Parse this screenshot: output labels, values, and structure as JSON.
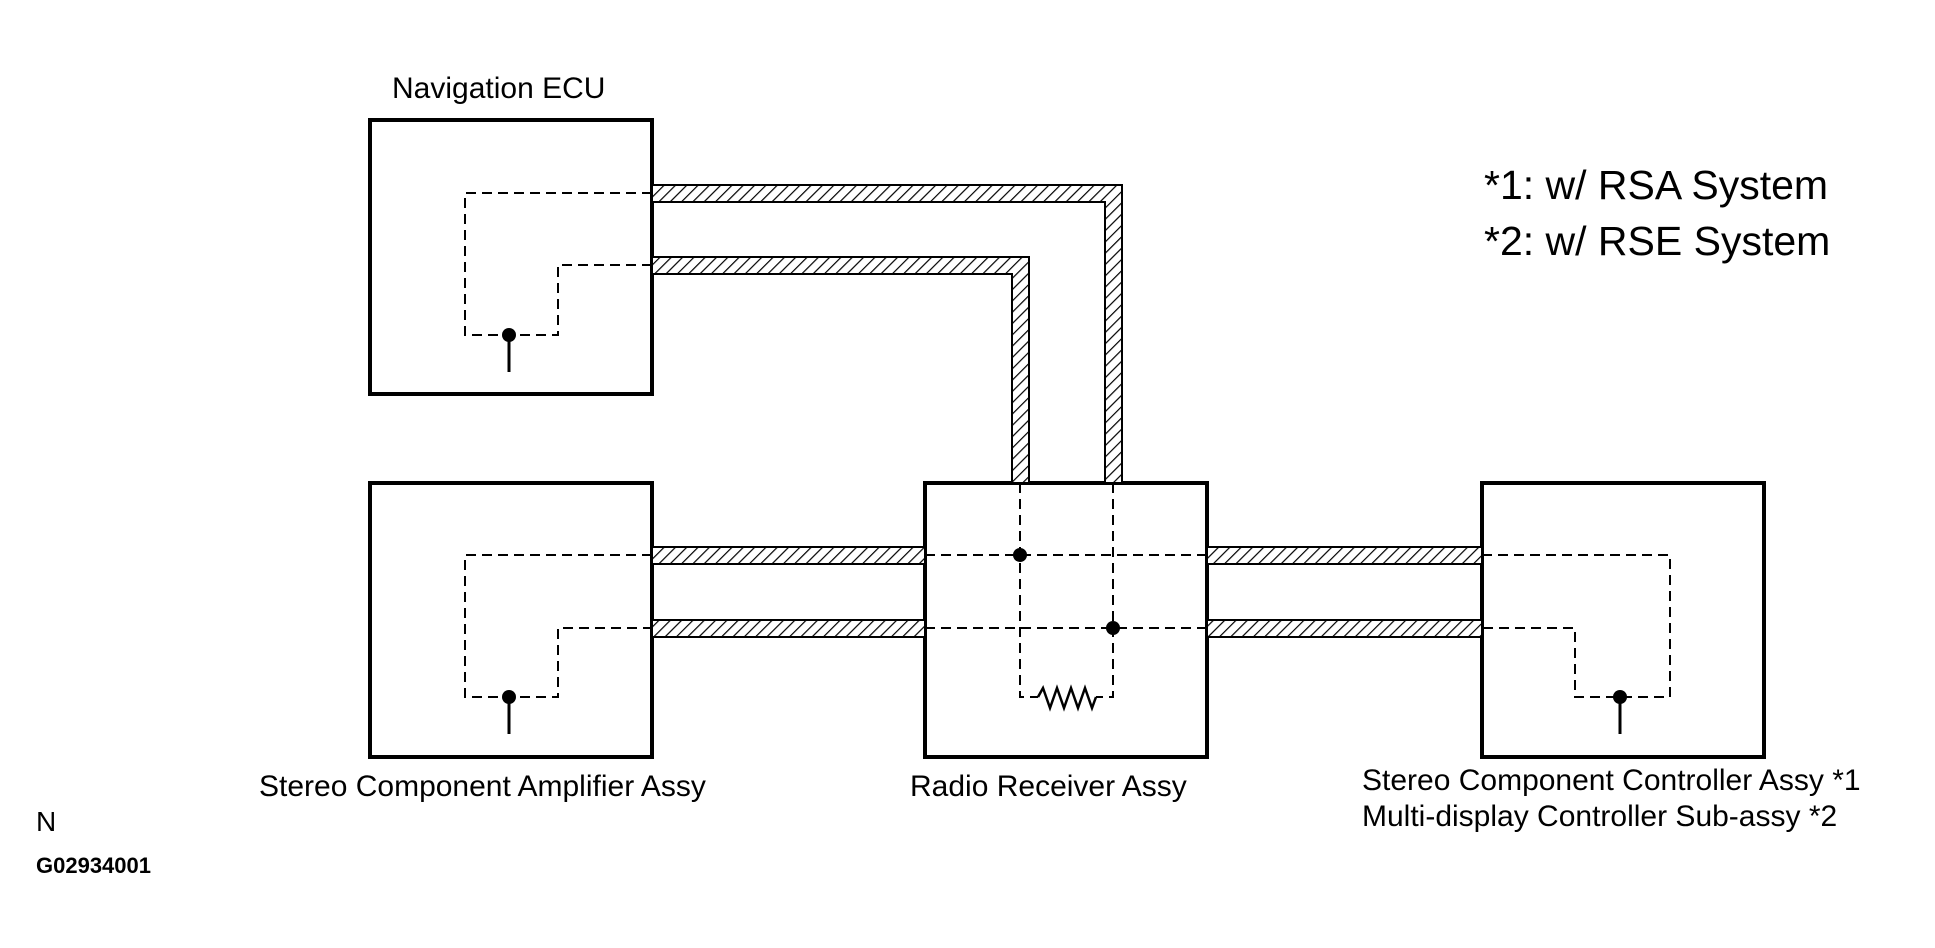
{
  "components": {
    "navigation_ecu": "Navigation ECU",
    "amplifier": "Stereo Component Amplifier Assy",
    "radio_receiver": "Radio Receiver Assy",
    "controller_line1": "Stereo Component Controller Assy *1",
    "controller_line2": "Multi-display Controller Sub-assy *2"
  },
  "legend": {
    "note1": "*1: w/ RSA System",
    "note2": "*2: w/ RSE System"
  },
  "marks": {
    "orientation": "N",
    "figure_code": "G02934001"
  }
}
